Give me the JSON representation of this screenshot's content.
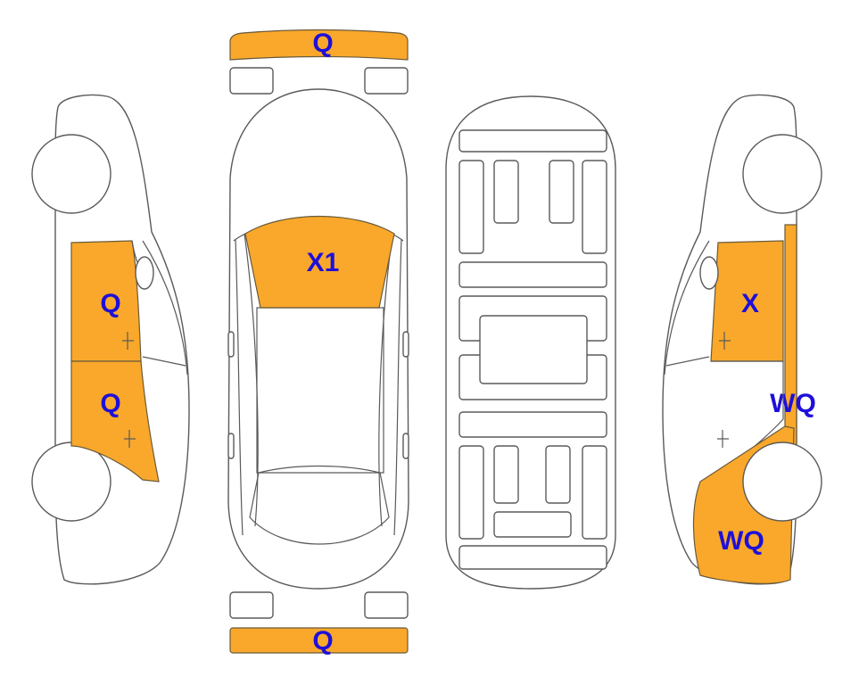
{
  "colors": {
    "highlight": "#F9A82B",
    "label": "#1E10D8",
    "outline": "#5A5A5A"
  },
  "labels": {
    "front_bumper": "Q",
    "rear_bumper": "Q",
    "windshield": "X1",
    "left_front_door": "Q",
    "left_rear_door": "Q",
    "right_front_door": "X",
    "right_pillar": "WQ",
    "right_rear_quarter": "WQ"
  }
}
